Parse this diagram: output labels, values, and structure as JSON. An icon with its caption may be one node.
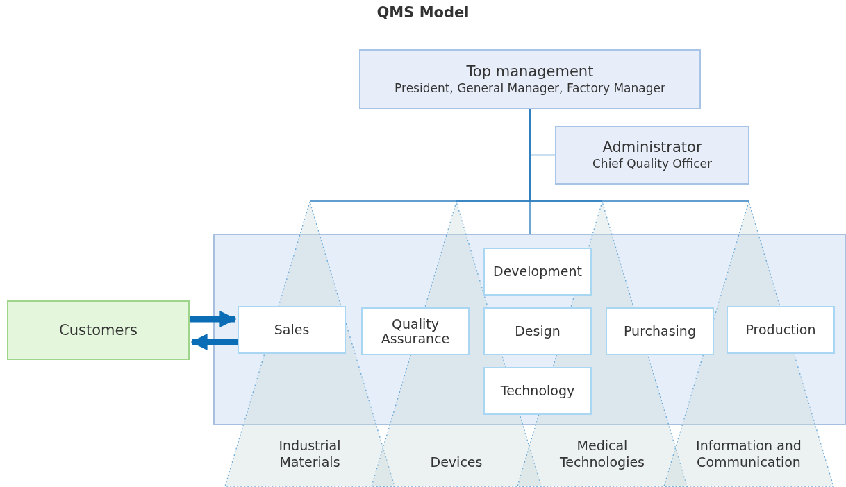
{
  "diagram": {
    "title": "QMS Model",
    "nodes": [
      {
        "text": [
          "Top management",
          "President, General Manager, Factory Manager"
        ]
      },
      {
        "text": [
          "Administrator",
          "Chief Quality Officer"
        ]
      },
      {
        "text": [],
        "shape": "box"
      },
      {
        "text": [
          "Customers"
        ]
      },
      {
        "text": [
          "Sales"
        ]
      },
      {
        "text": [
          "Quality Assurance"
        ],
        "in": 2
      },
      {
        "text": [
          "Development"
        ],
        "in": 2
      },
      {
        "text": [
          "Design"
        ],
        "in": 2
      },
      {
        "text": [
          "Technology"
        ],
        "in": 2
      },
      {
        "text": [
          "Purchasing"
        ],
        "in": 2
      },
      {
        "text": [
          "Production"
        ]
      },
      {
        "text": [
          "Industrial Materials"
        ]
      },
      {
        "text": [
          "Devices"
        ]
      },
      {
        "text": [
          "Medical Technologies"
        ]
      },
      {
        "text": [
          "Information and Communication"
        ]
      }
    ],
    "edges": [
      {
        "from": 0,
        "to": 1,
        "arrow": "none"
      },
      {
        "from": 0,
        "to": 2,
        "arrow": "none"
      },
      {
        "from": 0,
        "to": 11,
        "arrow": "none"
      },
      {
        "from": 0,
        "to": 12,
        "arrow": "none"
      },
      {
        "from": 0,
        "to": 13,
        "arrow": "none"
      },
      {
        "from": 0,
        "to": 14,
        "arrow": "none"
      },
      {
        "from": 3,
        "to": 4,
        "arrow": "to",
        "style": "thick",
        "color": "#0a6db5"
      },
      {
        "from": 4,
        "to": 3,
        "arrow": "to",
        "style": "thick",
        "color": "#0a6db5"
      }
    ]
  }
}
